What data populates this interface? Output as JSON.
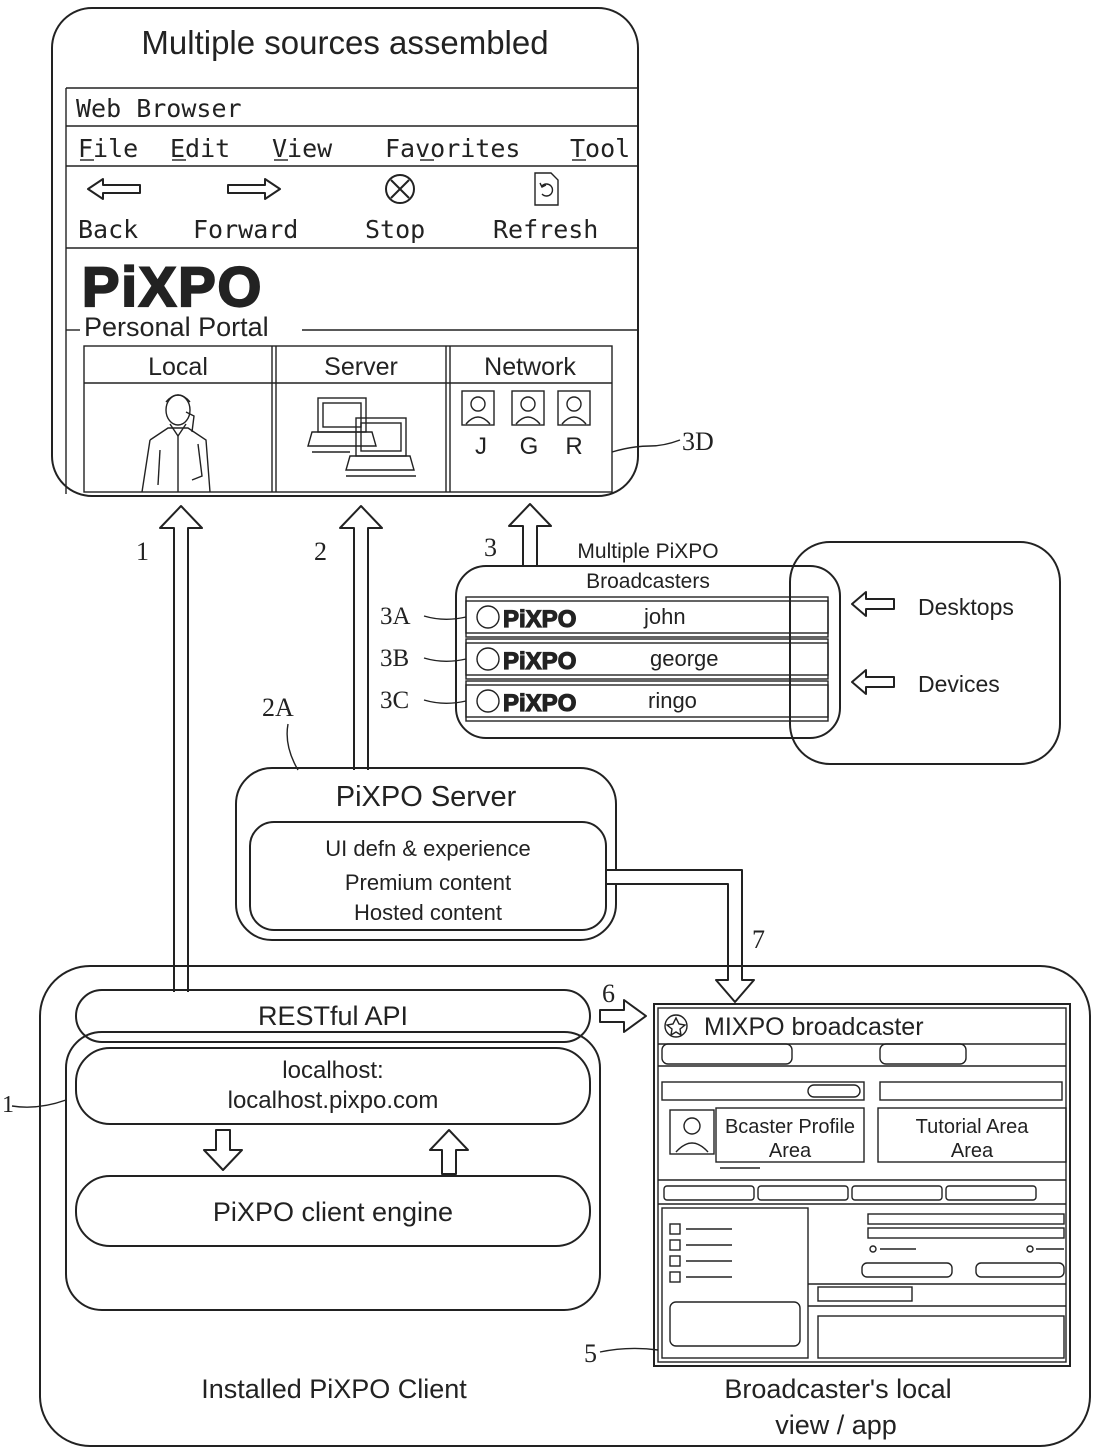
{
  "portal": {
    "title": "Multiple sources assembled",
    "browser_title": "Web Browser",
    "menu": [
      "File",
      "Edit",
      "View",
      "Favorites",
      "Tool"
    ],
    "toolbar": [
      "Back",
      "Forward",
      "Stop",
      "Refresh"
    ],
    "logo_text": "PiXPO",
    "subtitle": "Personal Portal",
    "panels": [
      "Local",
      "Server",
      "Network"
    ],
    "network_letters": [
      "J",
      "G",
      "R"
    ]
  },
  "labels": {
    "l1": "1",
    "l2": "2",
    "l3": "3",
    "l2a": "2A",
    "l3d": "3D",
    "l3a": "3A",
    "l3b": "3B",
    "l3c": "3C",
    "l6": "6",
    "l7": "7",
    "l5": "5",
    "l1side": "1"
  },
  "broadcasters": {
    "title_line1": "Multiple PiXPO",
    "title_line2": "Broadcasters",
    "logo_text": "PiXPO",
    "names": [
      "john",
      "george",
      "ringo"
    ],
    "sources": [
      "Desktops",
      "Devices"
    ]
  },
  "server": {
    "title": "PiXPO Server",
    "lines": [
      "UI defn & experience",
      "Premium content",
      "Hosted content"
    ]
  },
  "client": {
    "api": "RESTful API",
    "localhost_line1": "localhost:",
    "localhost_line2": "localhost.pixpo.com",
    "engine": "PiXPO client engine",
    "caption": "Installed PiXPO Client"
  },
  "app": {
    "title": "MIXPO broadcaster",
    "profile_area": [
      "Bcaster Profile",
      "Area"
    ],
    "tutorial_area": [
      "Tutorial Area",
      "Area"
    ],
    "caption_line1": "Broadcaster's local",
    "caption_line2": "view / app"
  }
}
